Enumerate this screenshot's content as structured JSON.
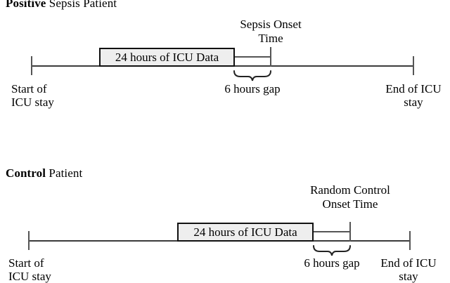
{
  "figure": {
    "type": "timeline-diagram",
    "panels": [
      {
        "id": "positive",
        "title_strong": "Positive",
        "title_light": " Sepsis Patient",
        "data_box_label": "24 hours of ICU Data",
        "onset_label_line1": "Sepsis Onset",
        "onset_label_line2": "Time",
        "gap_label": "6 hours gap",
        "start_label_line1": "Start of",
        "start_label_line2": "ICU stay",
        "end_label_line1": "End of ICU",
        "end_label_line2": "stay"
      },
      {
        "id": "control",
        "title_strong": "Control",
        "title_light": " Patient",
        "data_box_label": "24 hours of ICU Data",
        "onset_label_line1": "Random Control",
        "onset_label_line2": "Onset Time",
        "gap_label": "6 hours gap",
        "start_label_line1": "Start of",
        "start_label_line2": "ICU stay",
        "end_label_line1": "End of ICU",
        "end_label_line2": "stay"
      }
    ],
    "colors": {
      "axis": "#3b3b3b",
      "box_fill": "#eeeeee",
      "box_border": "#111111",
      "text": "#000000"
    }
  }
}
